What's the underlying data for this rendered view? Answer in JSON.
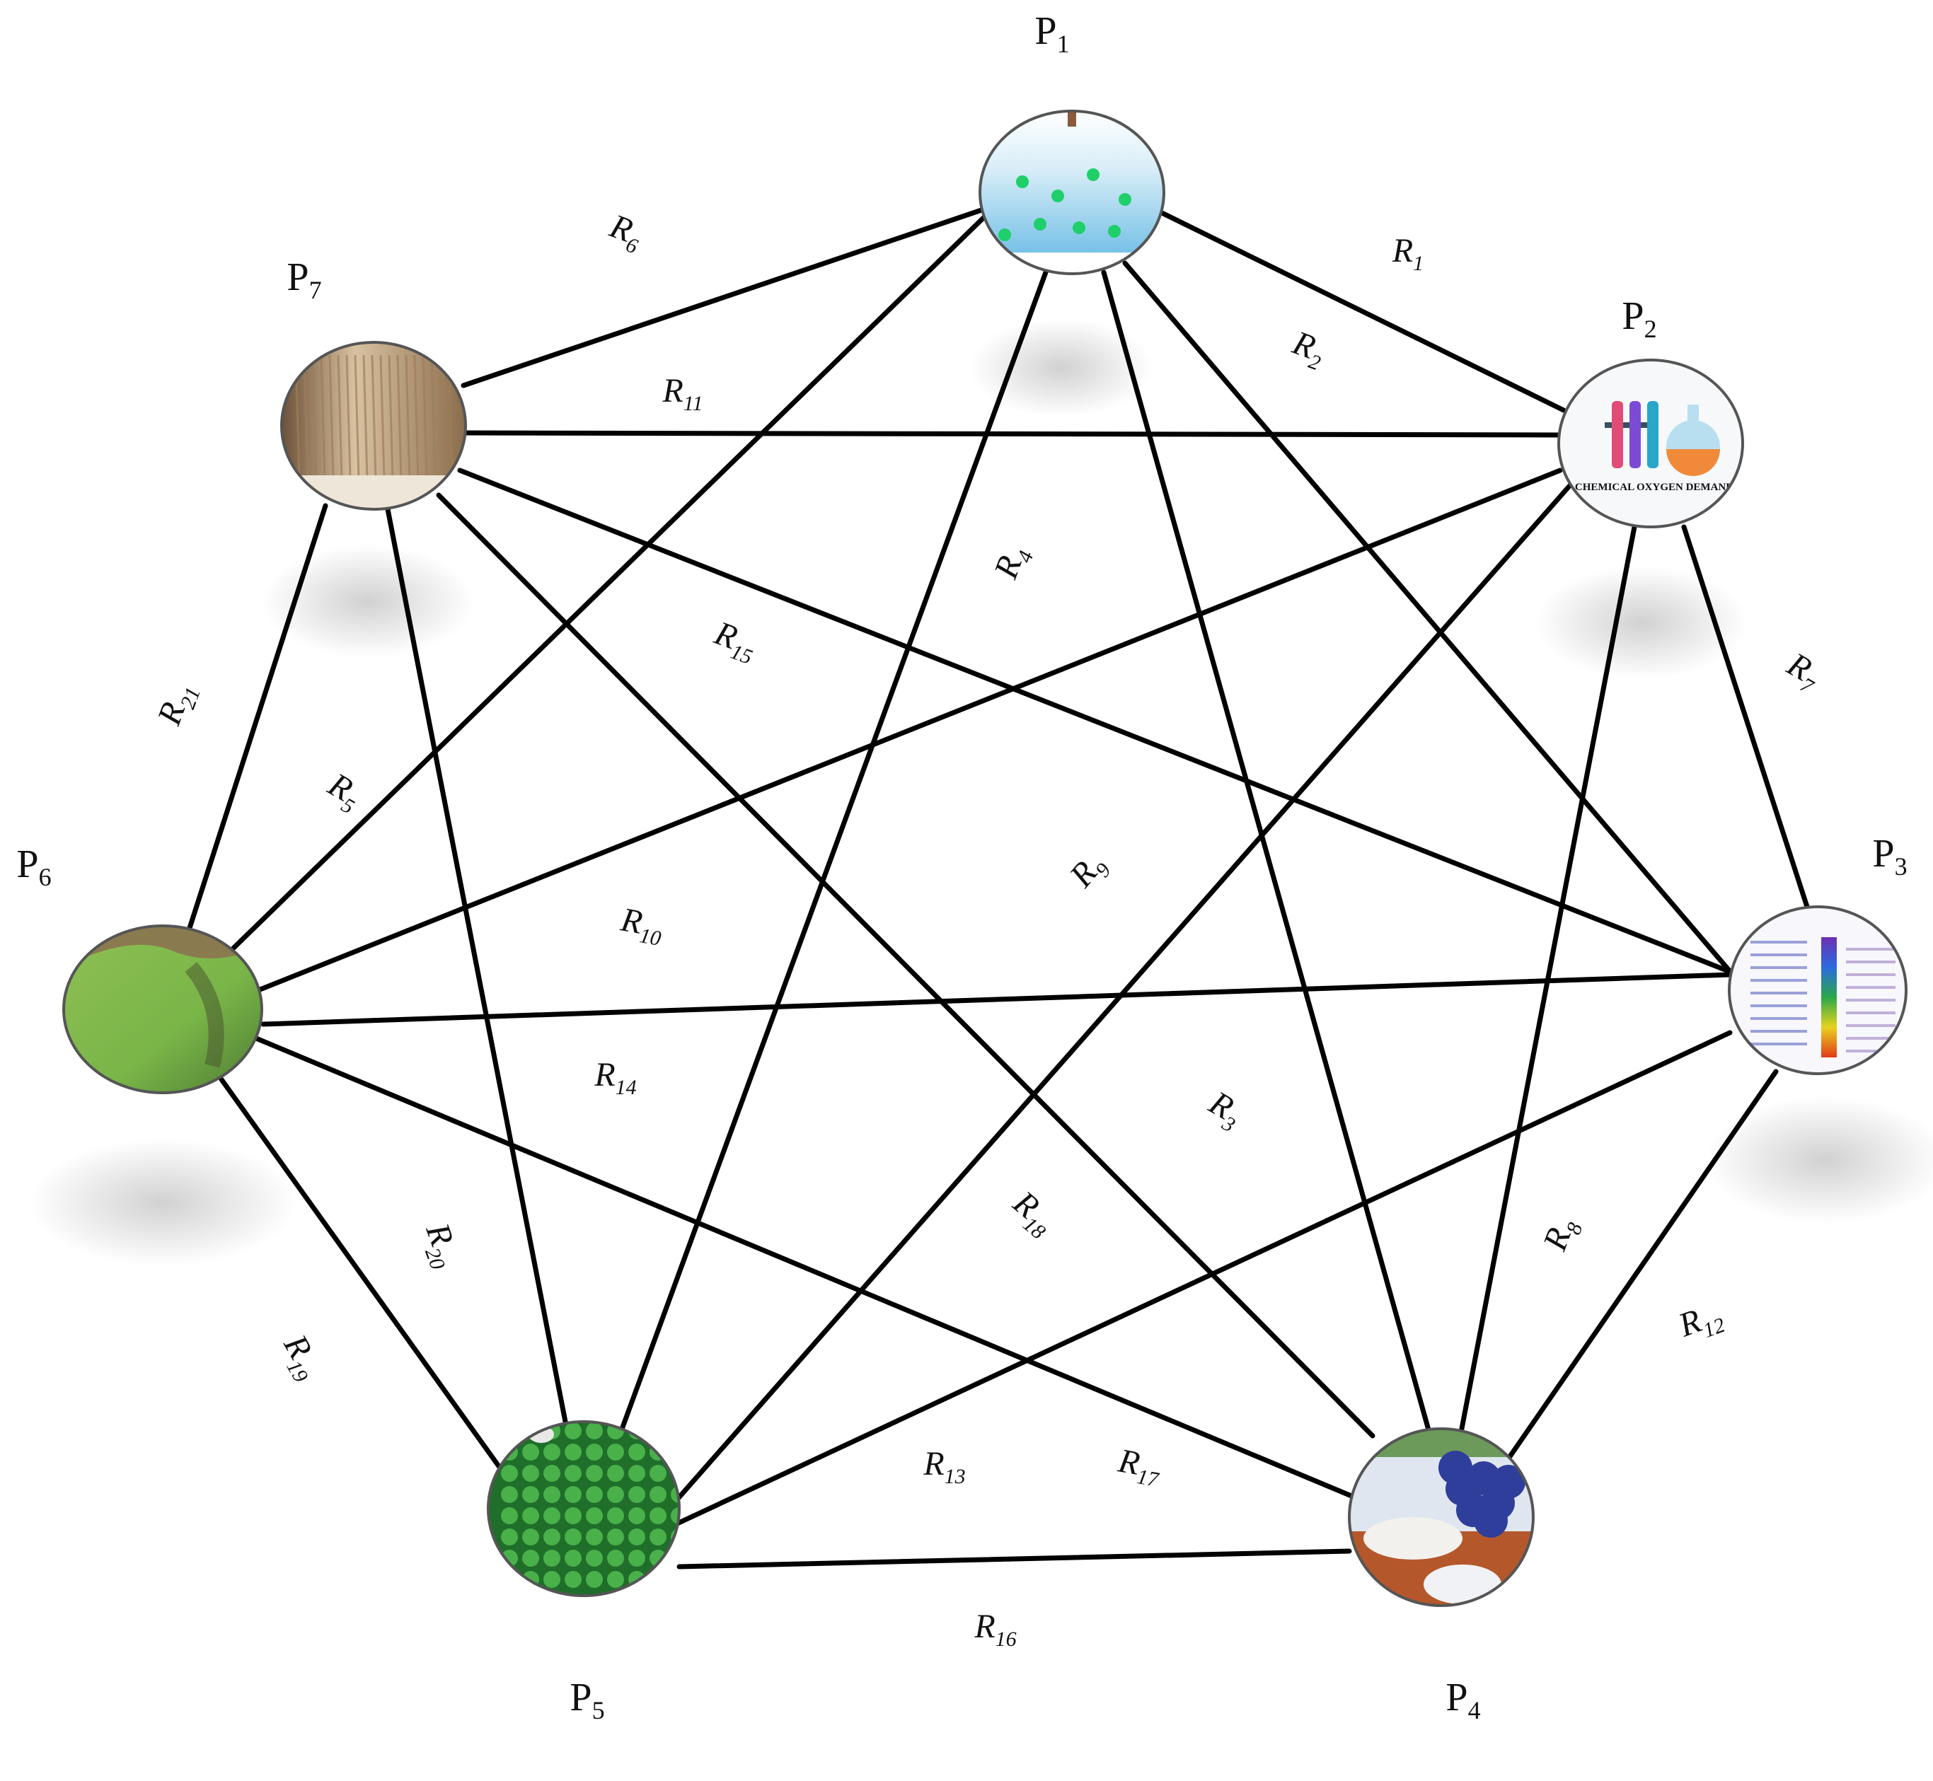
{
  "nodes": [
    {
      "id": "P1",
      "base": "P",
      "sub": "1",
      "image": "water-column-with-particles",
      "fill": "#bfe3f5"
    },
    {
      "id": "P2",
      "base": "P",
      "sub": "2",
      "image": "chemical-oxygen-demand-lab-glassware",
      "fill": "#f4f7fa",
      "image_text": "CHEMICAL OXYGEN DEMAND"
    },
    {
      "id": "P3",
      "base": "P",
      "sub": "3",
      "image": "color-scale-chart",
      "fill": "#f6f6fb"
    },
    {
      "id": "P4",
      "base": "P",
      "sub": "4",
      "image": "blue-grapes-and-salt",
      "fill": "#8a6a60"
    },
    {
      "id": "P5",
      "base": "P",
      "sub": "5",
      "image": "green-algae-bubbles",
      "fill": "#2f8a35"
    },
    {
      "id": "P6",
      "base": "P",
      "sub": "6",
      "image": "green-algae-pond",
      "fill": "#7bb24a"
    },
    {
      "id": "P7",
      "base": "P",
      "sub": "7",
      "image": "dry-reeds-wetland",
      "fill": "#b59878"
    }
  ],
  "edges": [
    {
      "from": "P1",
      "to": "P2",
      "base": "R",
      "sub": "1"
    },
    {
      "from": "P1",
      "to": "P3",
      "base": "R",
      "sub": "2"
    },
    {
      "from": "P1",
      "to": "P4",
      "base": "R",
      "sub": "3"
    },
    {
      "from": "P1",
      "to": "P5",
      "base": "R",
      "sub": "4"
    },
    {
      "from": "P1",
      "to": "P6",
      "base": "R",
      "sub": "5"
    },
    {
      "from": "P1",
      "to": "P7",
      "base": "R",
      "sub": "6"
    },
    {
      "from": "P2",
      "to": "P3",
      "base": "R",
      "sub": "7"
    },
    {
      "from": "P2",
      "to": "P4",
      "base": "R",
      "sub": "8"
    },
    {
      "from": "P2",
      "to": "P5",
      "base": "R",
      "sub": "9"
    },
    {
      "from": "P2",
      "to": "P6",
      "base": "R",
      "sub": "10"
    },
    {
      "from": "P2",
      "to": "P7",
      "base": "R",
      "sub": "11"
    },
    {
      "from": "P3",
      "to": "P4",
      "base": "R",
      "sub": "12"
    },
    {
      "from": "P3",
      "to": "P5",
      "base": "R",
      "sub": "13"
    },
    {
      "from": "P3",
      "to": "P6",
      "base": "R",
      "sub": "14"
    },
    {
      "from": "P3",
      "to": "P7",
      "base": "R",
      "sub": "15"
    },
    {
      "from": "P4",
      "to": "P5",
      "base": "R",
      "sub": "16"
    },
    {
      "from": "P4",
      "to": "P6",
      "base": "R",
      "sub": "17"
    },
    {
      "from": "P4",
      "to": "P7",
      "base": "R",
      "sub": "18"
    },
    {
      "from": "P5",
      "to": "P6",
      "base": "R",
      "sub": "19"
    },
    {
      "from": "P5",
      "to": "P7",
      "base": "R",
      "sub": "20"
    },
    {
      "from": "P6",
      "to": "P7",
      "base": "R",
      "sub": "21"
    }
  ]
}
